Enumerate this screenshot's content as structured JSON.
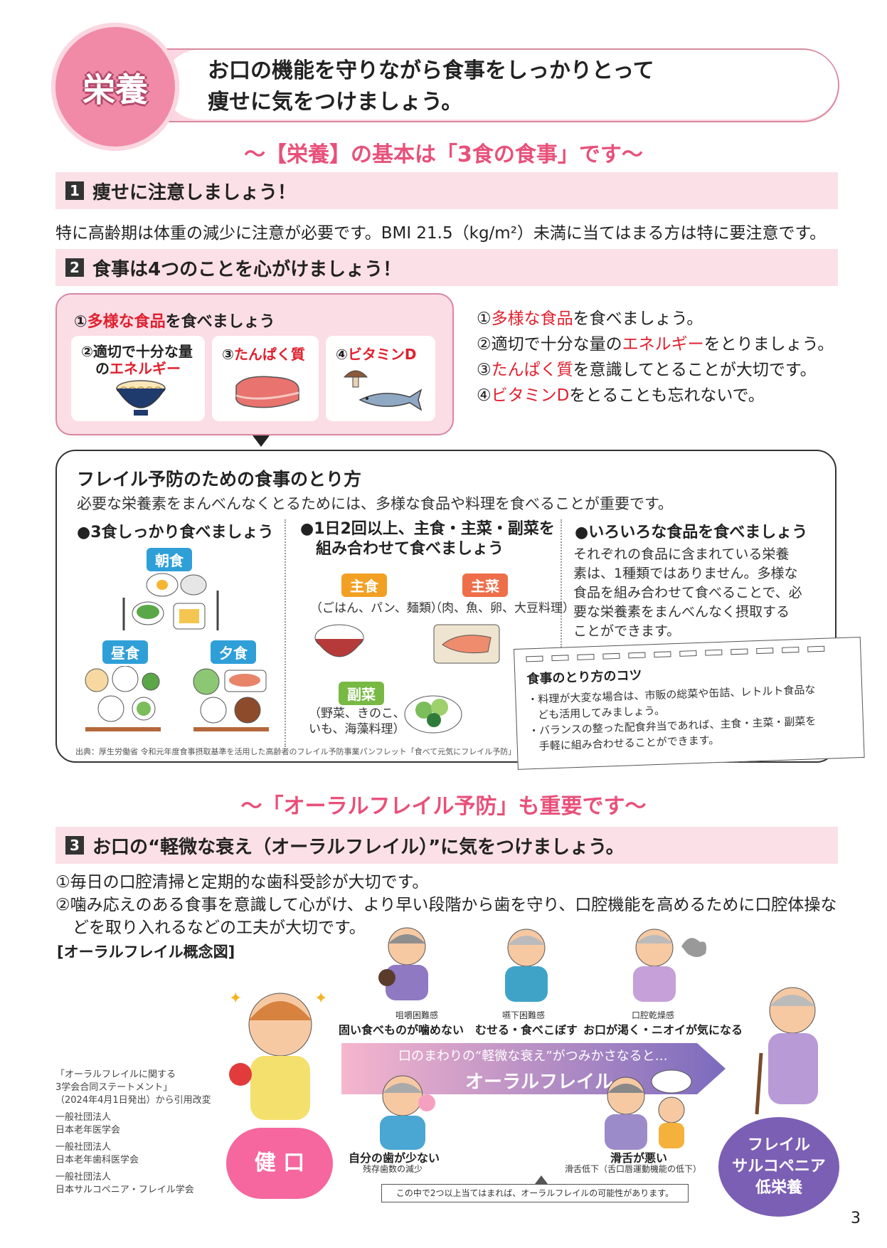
{
  "header": {
    "badge": "栄養",
    "title_line1": "お口の機能を守りながら食事をしっかりとって",
    "title_line2": "痩せに気をつけましょう。"
  },
  "subhead1": "～【栄養】の基本は「3食の食事」です～",
  "section1": {
    "num": "1",
    "title": "痩せに注意しましょう！",
    "text": "特に高齢期は体重の減少に注意が必要です。BMI 21.5（kg/m²）未満に当てはまる方は特に要注意です。"
  },
  "section2": {
    "num": "2",
    "title": "食事は4つのことを心がけましょう！"
  },
  "food_panel": {
    "head_num": "①",
    "head_red": "多様な食品",
    "head_rest": "を食べましょう",
    "card1_a": "②適切で十分な量",
    "card1_b": "の",
    "card1_red": "エネルギー",
    "card2_num": "③",
    "card2_red": "たんぱく質",
    "card3_num": "④",
    "card3_red": "ビタミンD"
  },
  "points": [
    {
      "num": "①",
      "red": "多様な食品",
      "rest": "を食べましょう。",
      "pre": ""
    },
    {
      "num": "②",
      "pre": "適切で十分な量の",
      "red": "エネルギー",
      "rest": "をとりましょう。"
    },
    {
      "num": "③",
      "pre": "",
      "red": "たんぱく質",
      "rest": "を意識してとることが大切です。"
    },
    {
      "num": "④",
      "pre": "",
      "red": "ビタミンD",
      "rest": "をとることも忘れないで。"
    }
  ],
  "frail_box": {
    "title": "フレイル予防のための食事のとり方",
    "subtitle": "必要な栄養素をまんべんなくとるためには、多様な食品や料理を食べることが重要です。",
    "col1_title": "●3食しっかり食べましょう",
    "col1_breakfast": "朝食",
    "col1_lunch": "昼食",
    "col1_dinner": "夕食",
    "col2_title_1": "●1日2回以上、主食・主菜・副菜を",
    "col2_title_2": "組み合わせて食べましょう",
    "shushoku": "主食",
    "shushoku_desc": "（ごはん、パン、麺類）",
    "shusai": "主菜",
    "shusai_desc": "（肉、魚、卵、大豆料理）",
    "fukusai": "副菜",
    "fukusai_desc_1": "（野菜、きのこ、",
    "fukusai_desc_2": "いも、海藻料理）",
    "col3_title": "●いろいろな食品を食べましょう",
    "col3_text_1": "それぞれの食品に含まれている栄養",
    "col3_text_2": "素は、1種類ではありません。多様な",
    "col3_text_3": "食品を組み合わせて食べることで、必",
    "col3_text_4": "要な栄養素をまんべんなく摂取する",
    "col3_text_5": "ことができます。",
    "source": "出典：厚生労働省 令和元年度食事摂取基準を活用した高齢者のフレイル予防事業パンフレット「食べて元気にフレイル予防」"
  },
  "tips": {
    "title": "食事のとり方のコツ",
    "item1_a": "・料理が大変な場合は、市販の総菜や缶詰、レトルト食品な",
    "item1_b": "ども活用してみましょう。",
    "item2_a": "・バランスの整った配食弁当であれば、主食・主菜・副菜を",
    "item2_b": "手軽に組み合わせることができます。"
  },
  "subhead2": "～「オーラルフレイル予防」も重要です～",
  "section3": {
    "num": "3",
    "title": "お口の“軽微な衰え（オーラルフレイル）”に気をつけましょう。",
    "line1": "①毎日の口腔清掃と定期的な歯科受診が大切です。",
    "line2a": "②噛み応えのある食事を意識して心がけ、より早い段階から歯を守り、口腔機能を高めるために口腔体操な",
    "line2b": "どを取り入れるなどの工夫が大切です。",
    "diagram_label": "[オーラルフレイル概念図]"
  },
  "diagram": {
    "sym1_small": "咀嚼困難感",
    "sym1": "固い食べものが噛めない",
    "sym2_small": "嚥下困難感",
    "sym2": "むせる・食べこぼす",
    "sym3_small": "口腔乾燥感",
    "sym3": "お口が渇く・ニオイが気になる",
    "band_text": "口のまわりの“軽微な衰え”がつみかさなると…",
    "band_title": "オーラルフレイル",
    "kenko": "健 口",
    "sym4": "自分の歯が少ない",
    "sym4_small": "残存歯数の減少",
    "sym5": "滑舌が悪い",
    "sym5_small": "滑舌低下（舌口唇運動機能の低下）",
    "note": "この中で2つ以上当てはまれば、オーラルフレイルの可能性があります。",
    "end1": "フレイル",
    "end2": "サルコペニア",
    "end3": "低栄養"
  },
  "credits": {
    "l1": "「オーラルフレイルに関する",
    "l2": "3学会合同ステートメント」",
    "l3": "（2024年4月1日発出）から引用改変",
    "l4": "一般社団法人",
    "l5": "日本老年医学会",
    "l6": "一般社団法人",
    "l7": "日本老年歯科医学会",
    "l8": "一般社団法人",
    "l9": "日本サルコペニア・フレイル学会"
  },
  "page_number": "3"
}
